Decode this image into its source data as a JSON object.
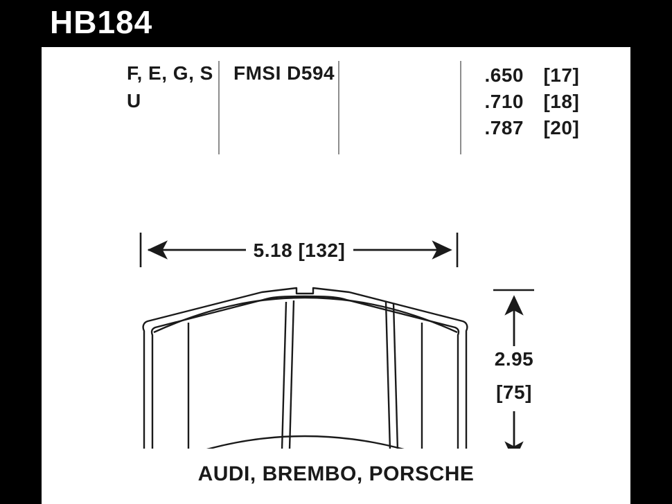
{
  "header": {
    "part_number": "HB184",
    "background_color": "#000000",
    "text_color": "#ffffff"
  },
  "spec_row": {
    "compounds_line_1": "F, E, G, S",
    "compounds_line_2": "U",
    "fmsi_label": "FMSI D594",
    "thickness_rows": [
      {
        "inches": ".650",
        "mm": "[17]"
      },
      {
        "inches": ".710",
        "mm": "[18]"
      },
      {
        "inches": ".787",
        "mm": "[20]"
      }
    ]
  },
  "dimensions": {
    "width_label": "5.18 [132]",
    "height_label_inches": "2.95",
    "height_label_mm": "[75]"
  },
  "footer": {
    "vehicle_list": "AUDI, BREMBO, PORSCHE"
  },
  "colors": {
    "sheet": "#ffffff",
    "border": "#000000",
    "line": "#1a1a1a",
    "divider": "#8d8d8d"
  }
}
